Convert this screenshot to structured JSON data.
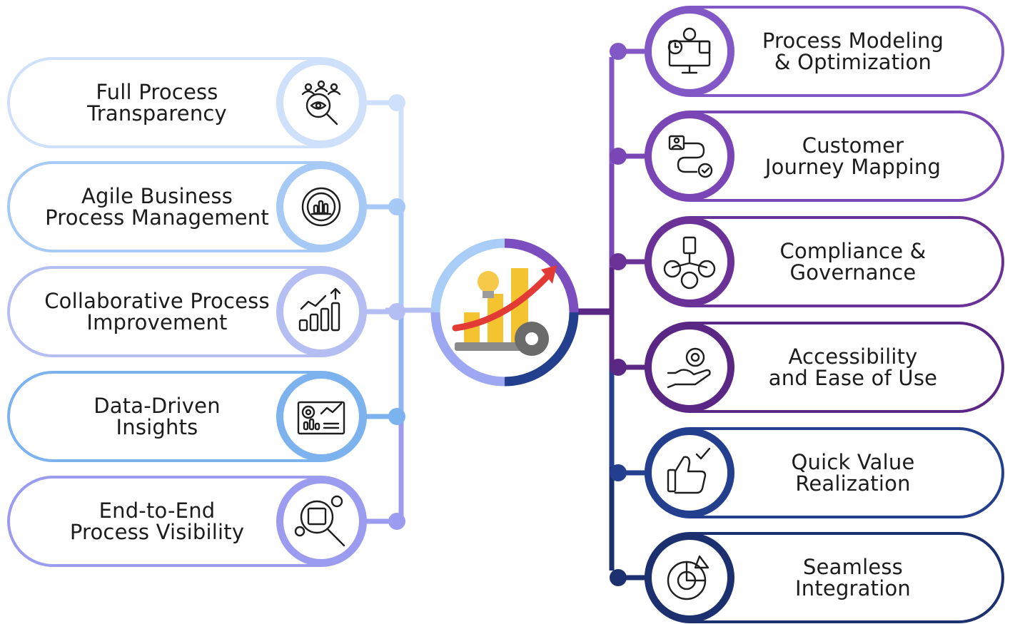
{
  "center": {
    "icon": "growth-lightbulb-chart-gear-icon"
  },
  "left_items": [
    {
      "lines": [
        "Full Process",
        "Transparency"
      ],
      "icon": "team-eye-gear-search-icon",
      "color": "#cfe0fb"
    },
    {
      "lines": [
        "Agile Business",
        "Process Management"
      ],
      "icon": "circular-bar-chart-icon",
      "color": "#a7c9f6"
    },
    {
      "lines": [
        "Collaborative Process",
        "Improvement"
      ],
      "icon": "rising-bars-people-arrow-icon",
      "color": "#b4bef3"
    },
    {
      "lines": [
        "Data-Driven",
        "Insights"
      ],
      "icon": "dashboard-analytics-icon",
      "color": "#7cb2ee"
    },
    {
      "lines": [
        "End-to-End",
        "Process Visibility"
      ],
      "icon": "magnifier-report-gears-icon",
      "color": "#9b9cf0"
    }
  ],
  "right_items": [
    {
      "lines": [
        "Process Modeling",
        "& Optimization"
      ],
      "icon": "monitor-gears-clock-document-icon",
      "color": "#8257c6"
    },
    {
      "lines": [
        "Customer",
        "Journey Mapping"
      ],
      "icon": "user-path-check-icon",
      "color": "#7a45b5"
    },
    {
      "lines": [
        "Compliance &",
        "Governance"
      ],
      "icon": "hierarchy-people-building-icon",
      "color": "#6a3297"
    },
    {
      "lines": [
        "Accessibility",
        "and Ease of Use"
      ],
      "icon": "hand-gear-icon",
      "color": "#5a2785"
    },
    {
      "lines": [
        "Quick Value",
        "Realization"
      ],
      "icon": "thumbs-up-check-icon",
      "color": "#233f8e"
    },
    {
      "lines": [
        "Seamless",
        "Integration"
      ],
      "icon": "gear-chart-integration-icon",
      "color": "#1c2f6f"
    }
  ]
}
